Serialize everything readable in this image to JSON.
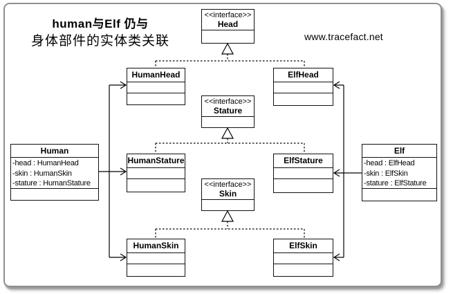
{
  "panel": {
    "title_line1": "human与Elf 仍与",
    "title_line2": "身体部件的实体类关联",
    "watermark": "www.tracefact.net"
  },
  "nodes": {
    "head_interface": {
      "stereotype": "<<interface>>",
      "title": "Head"
    },
    "stature_interface": {
      "stereotype": "<<interface>>",
      "title": "Stature"
    },
    "skin_interface": {
      "stereotype": "<<interface>>",
      "title": "Skin"
    },
    "human_head": {
      "title": "HumanHead"
    },
    "elf_head": {
      "title": "ElfHead"
    },
    "human_stature": {
      "title": "HumanStature"
    },
    "elf_stature": {
      "title": "ElfStature"
    },
    "human_skin": {
      "title": "HumanSkin"
    },
    "elf_skin": {
      "title": "ElfSkin"
    },
    "human": {
      "title": "Human",
      "fields": [
        "-head : HumanHead",
        "-skin : HumanSkin",
        "-stature : HumanStature"
      ]
    },
    "elf": {
      "title": "Elf",
      "fields": [
        "-head : ElfHead",
        "-skin : ElfSkin",
        "-stature : ElfStature"
      ]
    }
  },
  "relationships": {
    "realizations": [
      {
        "interface": "Head",
        "implementations": [
          "HumanHead",
          "ElfHead"
        ]
      },
      {
        "interface": "Stature",
        "implementations": [
          "HumanStature",
          "ElfStature"
        ]
      },
      {
        "interface": "Skin",
        "implementations": [
          "HumanSkin",
          "ElfSkin"
        ]
      }
    ],
    "associations": [
      {
        "from": "Human",
        "to": [
          "HumanHead",
          "HumanStature",
          "HumanSkin"
        ]
      },
      {
        "from": "Elf",
        "to": [
          "ElfHead",
          "ElfStature",
          "ElfSkin"
        ]
      }
    ]
  },
  "colors": {
    "line": "#000000",
    "box_border": "#101010",
    "panel_border": "#8f8f8f",
    "background": "#ffffff"
  }
}
